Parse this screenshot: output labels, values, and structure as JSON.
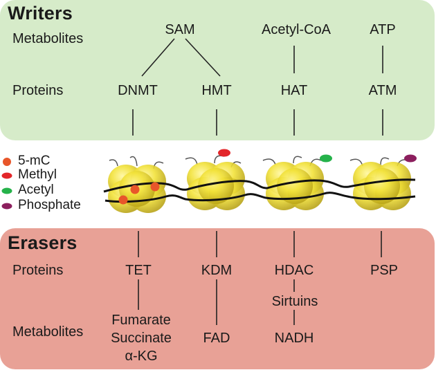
{
  "writers": {
    "title": "Writers",
    "row_metabolites": "Metabolites",
    "row_proteins": "Proteins",
    "metabolites": [
      "SAM",
      "Acetyl-CoA",
      "ATP"
    ],
    "proteins": [
      "DNMT",
      "HMT",
      "HAT",
      "ATM"
    ]
  },
  "erasers": {
    "title": "Erasers",
    "row_proteins": "Proteins",
    "row_metabolites": "Metabolites",
    "proteins": [
      "TET",
      "KDM",
      "HDAC",
      "PSP"
    ],
    "sirtuins": "Sirtuins",
    "metabolites": {
      "tet": [
        "Fumarate",
        "Succinate",
        "α-KG"
      ],
      "kdm": "FAD",
      "hdac": "NADH"
    }
  },
  "legend": {
    "items": [
      {
        "label": "5-mC",
        "color": "#e8562a"
      },
      {
        "label": "Methyl",
        "color": "#e3262a"
      },
      {
        "label": "Acetyl",
        "color": "#25b24a"
      },
      {
        "label": "Phosphate",
        "color": "#8c1f5e"
      }
    ]
  },
  "colors": {
    "writers_bg": "#d6ebc9",
    "erasers_bg": "#e8a196",
    "histone": "#e8d73a",
    "dna": "#111111"
  }
}
